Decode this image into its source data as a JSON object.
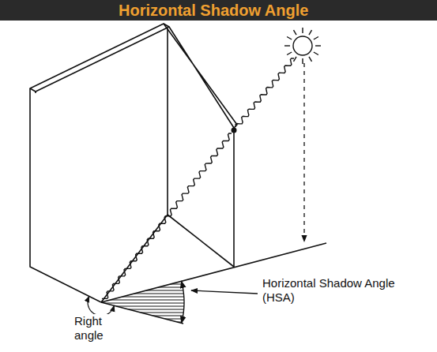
{
  "diagram": {
    "title": "Horizontal Shadow Angle",
    "labels": [
      "Horizontal Shadow Angle (HSA)",
      "Right angle"
    ]
  }
}
